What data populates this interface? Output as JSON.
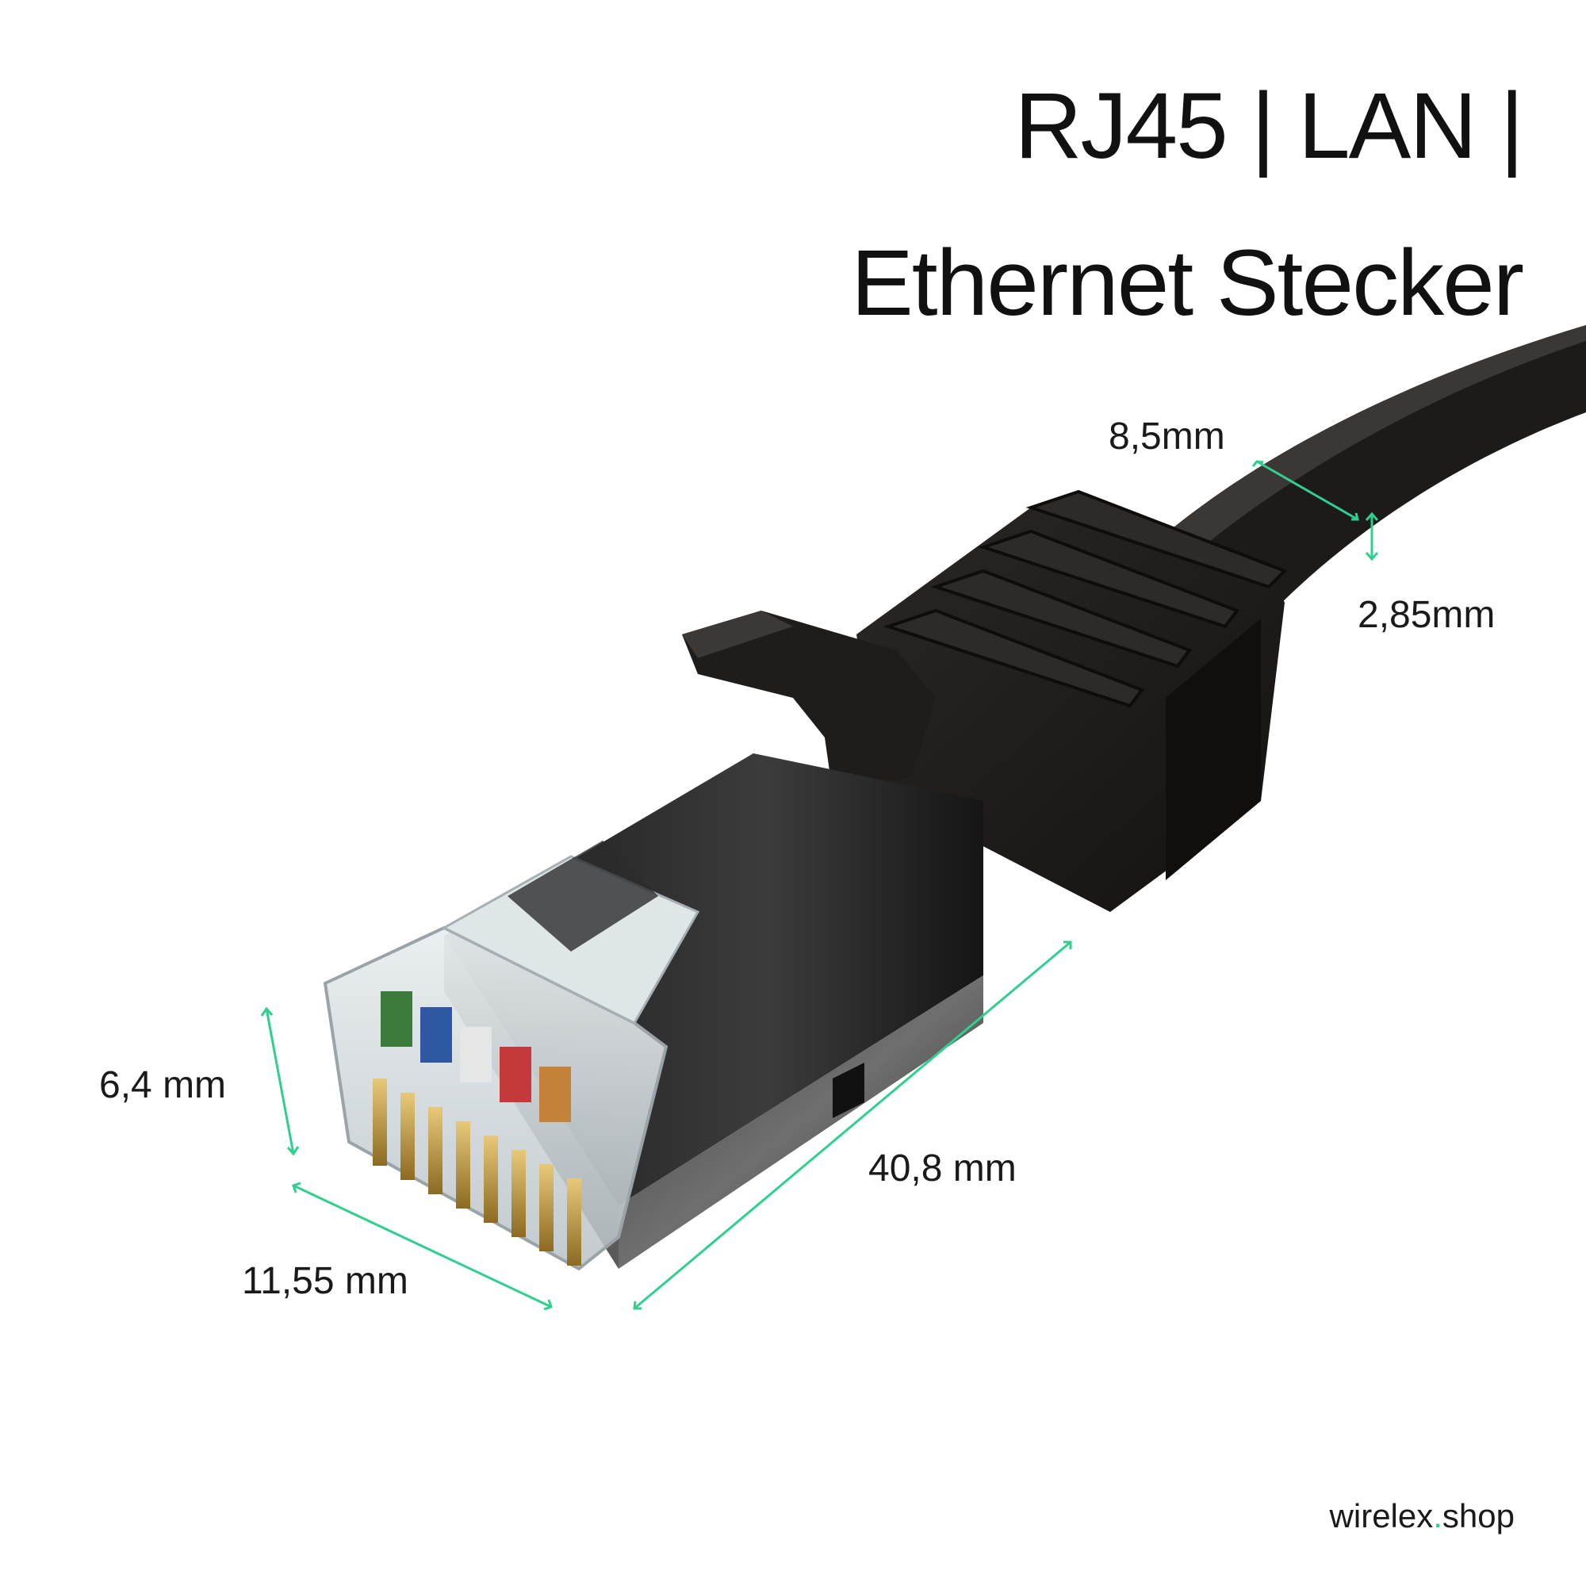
{
  "heading": {
    "line1": "RJ45 | LAN |",
    "line2": "Ethernet Stecker"
  },
  "dimensions": {
    "cable_width": "8,5mm",
    "cable_thickness": "2,85mm",
    "plug_height": "6,4 mm",
    "plug_width": "11,55 mm",
    "plug_length": "40,8 mm"
  },
  "brand": {
    "name": "wirelex",
    "dot": ".",
    "tld": "shop"
  },
  "colors": {
    "accent": "#2fd08f",
    "cable": "#1c1b1a",
    "shield": "#2a2a2a",
    "contacts": "#c9a24a"
  }
}
